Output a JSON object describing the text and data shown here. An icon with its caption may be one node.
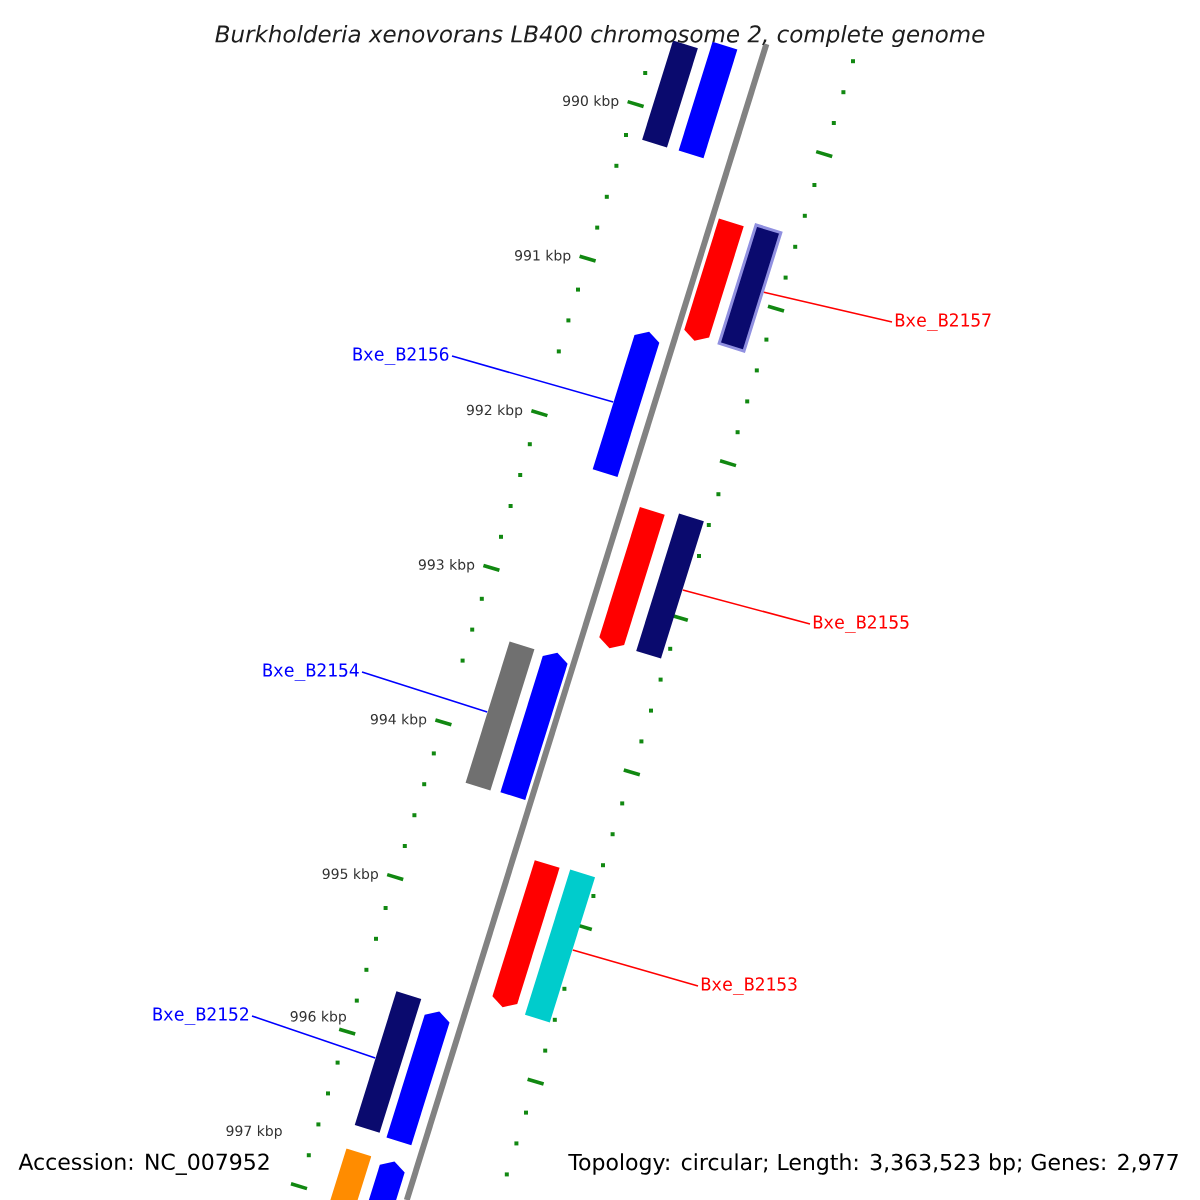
{
  "diagram": {
    "title": "Burkholderia xenovorans LB400 chromosome 2, complete genome",
    "nodes": [
      {
        "text": [
          "Bxe_B2157"
        ]
      },
      {
        "text": [
          "Bxe_B2156"
        ]
      },
      {
        "text": [
          "Bxe_B2155"
        ]
      },
      {
        "text": [
          "Bxe_B2154"
        ]
      },
      {
        "text": [
          "Bxe_B2153"
        ]
      },
      {
        "text": [
          "Bxe_B2152"
        ]
      },
      {
        "text": [],
        "shape": "bar"
      },
      {
        "text": [],
        "shape": "bar"
      },
      {
        "text": [],
        "shape": "pentagon"
      },
      {
        "text": [],
        "shape": "bar"
      },
      {
        "text": [],
        "shape": "pentagon"
      },
      {
        "text": [],
        "shape": "pentagon"
      },
      {
        "text": [],
        "shape": "bar"
      },
      {
        "text": [],
        "shape": "bar"
      },
      {
        "text": [],
        "shape": "pentagon"
      },
      {
        "text": [],
        "shape": "pentagon"
      },
      {
        "text": [],
        "shape": "bar"
      },
      {
        "text": [],
        "shape": "bar"
      },
      {
        "text": [],
        "shape": "pentagon"
      },
      {
        "text": [],
        "shape": "bar"
      },
      {
        "text": [],
        "shape": "pentagon"
      }
    ],
    "edges": [
      {
        "from": 0,
        "to": 9,
        "arrow": "none",
        "color": "#ff0000"
      },
      {
        "from": 1,
        "to": 10,
        "arrow": "none",
        "color": "#0000ff"
      },
      {
        "from": 2,
        "to": 12,
        "arrow": "none",
        "color": "#ff0000"
      },
      {
        "from": 3,
        "to": 13,
        "arrow": "none",
        "color": "#0000ff"
      },
      {
        "from": 4,
        "to": 16,
        "arrow": "none",
        "color": "#ff0000"
      },
      {
        "from": 5,
        "to": 17,
        "arrow": "none",
        "color": "#0000ff"
      }
    ],
    "labels": [
      "990 kbp",
      "991 kbp",
      "992 kbp",
      "993 kbp",
      "994 kbp",
      "995 kbp",
      "996 kbp",
      "997 kbp",
      "Accession: NC_007952",
      "Topology: circular; Length: 3,363,523 bp; Genes: 2,977"
    ]
  }
}
